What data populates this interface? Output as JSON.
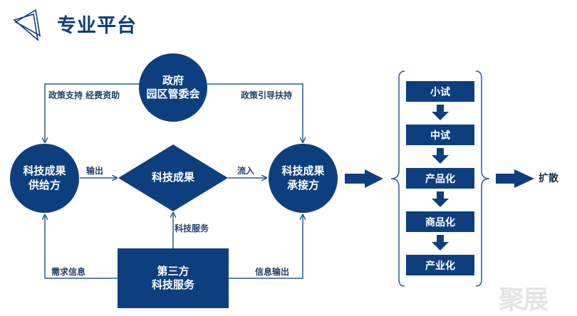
{
  "header": {
    "title": "专业平台",
    "logo_icon": "triangle-logo-icon"
  },
  "nodes": {
    "government": [
      "政府",
      "园区管委会"
    ],
    "supplier": [
      "科技成果",
      "供给方"
    ],
    "achievement": "科技成果",
    "receiver": [
      "科技成果",
      "承接方"
    ],
    "third_party": [
      "第三方",
      "科技服务"
    ]
  },
  "edge_labels": {
    "gov_to_supplier": "政策支持 经费资助",
    "gov_to_receiver": "政策引导扶持",
    "output": "输出",
    "inflow": "流入",
    "tech_service": "科技服务",
    "demand_info": "需求信息",
    "info_output": "信息输出"
  },
  "stages": [
    "小试",
    "中试",
    "产品化",
    "商品化",
    "产业化"
  ],
  "result_label": "扩散",
  "watermark": "聚展",
  "colors": {
    "primary": "#0d3f7f",
    "line": "#2c5a94",
    "title": "#0d3b7a"
  }
}
